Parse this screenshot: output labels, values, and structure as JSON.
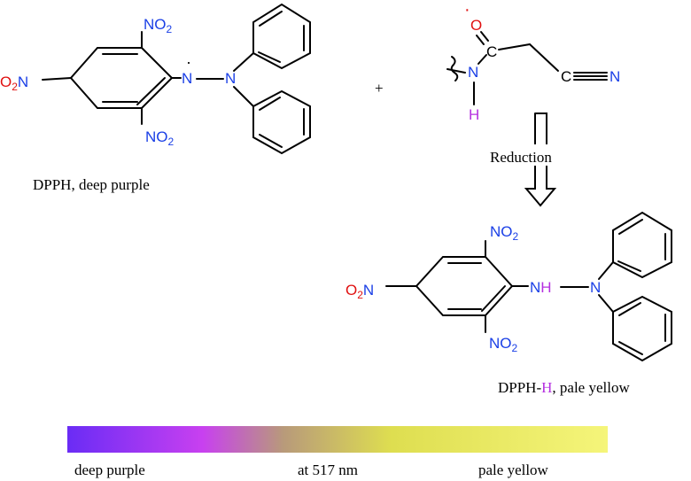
{
  "colors": {
    "nitrogen": "#1a3fe6",
    "oxygen": "#e01010",
    "hydrogen": "#b530e0",
    "bond": "#000000",
    "gradient": [
      "#6a2cf5",
      "#c840f0",
      "#b89a7a",
      "#dede50",
      "#f5f57a"
    ]
  },
  "labels": {
    "no2": "NO",
    "o2n": "O",
    "o2n_n": "N",
    "sub2": "2",
    "n": "N",
    "h": "H",
    "c": "C",
    "o": "O",
    "nh_n": "N",
    "nh_h": "H",
    "radical_dot": "·",
    "plus": "+",
    "cn_c": "C",
    "cn_n": "N",
    "dpph_caption": "DPPH, deep purple",
    "dpphh_prefix": "DPPH-",
    "dpphh_h": "H",
    "dpphh_suffix": ", pale yellow",
    "reduction": "Reduction"
  },
  "scale": {
    "left": "deep purple",
    "middle": "at 517 nm",
    "right": "pale yellow"
  }
}
